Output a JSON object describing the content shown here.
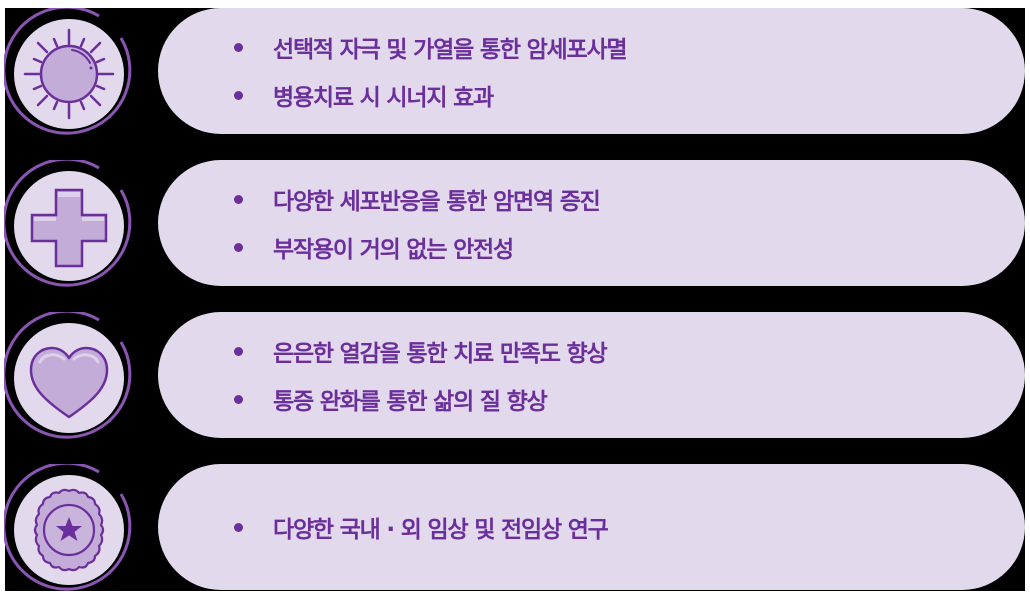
{
  "colors": {
    "background": "#000000",
    "pill": "#e2d9ec",
    "text": "#6b2f9b",
    "icon_circle": "#e2d9ec",
    "icon_fill": "#c3acd8",
    "icon_stroke": "#6b2f9b",
    "ring": "#8a55b3"
  },
  "rows": [
    {
      "icon": "sun-icon",
      "items": [
        "선택적 자극 및 가열을 통한 암세포사멸",
        "병용치료 시 시너지 효과"
      ]
    },
    {
      "icon": "medical-cross-icon",
      "items": [
        "다양한 세포반응을 통한 암면역 증진",
        "부작용이 거의 없는 안전성"
      ]
    },
    {
      "icon": "heart-icon",
      "items": [
        "은은한 열감을 통한 치료 만족도 향상",
        "통증 완화를 통한 삶의 질 향상"
      ]
    },
    {
      "icon": "badge-star-icon",
      "items": [
        "다양한 국내 · 외 임상 및 전임상 연구"
      ]
    }
  ]
}
